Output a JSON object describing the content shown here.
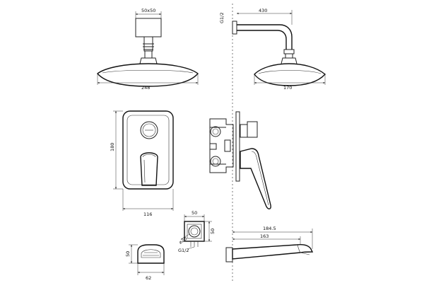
{
  "dimensions": {
    "head_mount_square": "50x50",
    "head_width_front": "248",
    "arm_length": "430",
    "arm_thread": "G1/2",
    "head_width_side": "170",
    "plate_height": "180",
    "plate_width": "116",
    "elbow_width": "50",
    "elbow_height": "50",
    "elbow_diameter": "⌀20",
    "elbow_thread": "G1/2",
    "spout_length_outer": "184.5",
    "spout_length_inner": "163",
    "spout_end_height": "50",
    "spout_end_width": "62"
  }
}
